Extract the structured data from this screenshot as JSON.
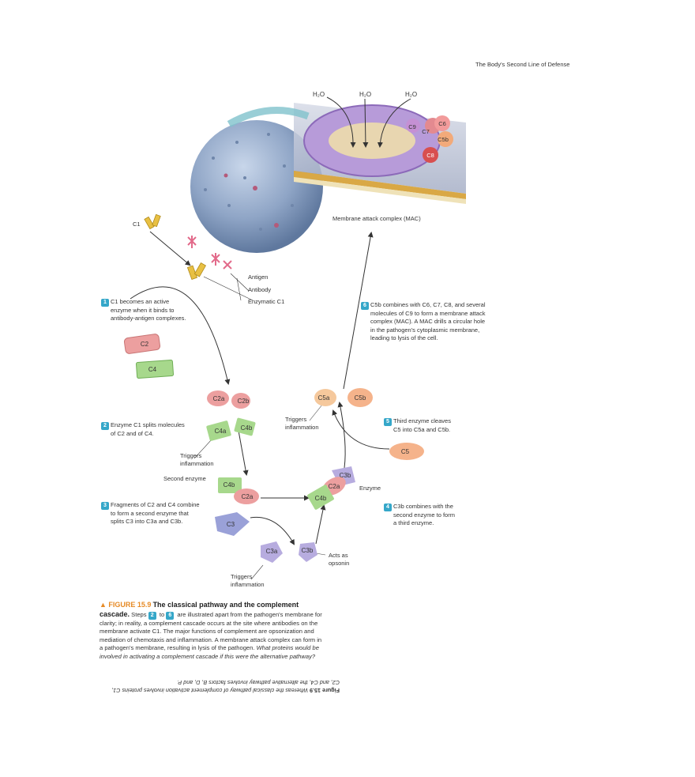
{
  "header": {
    "running_title": "The Body's Second Line of Defense"
  },
  "diagram": {
    "water": [
      "H₂O",
      "H₂O",
      "H₂O"
    ],
    "mac_proteins": [
      "C9",
      "C7",
      "C6",
      "C5b",
      "C8"
    ],
    "mac_label": "Membrane attack complex (MAC)",
    "c1_label": "C1",
    "antigen_label": "Antigen",
    "antibody_label": "Antibody",
    "enzymatic_c1_label": "Enzymatic C1",
    "molecules": {
      "c2": "C2",
      "c4": "C4",
      "c2a": "C2a",
      "c2b": "C2b",
      "c4a": "C4a",
      "c4b": "C4b",
      "c4b_2": "C4b",
      "c2a_2": "C2a",
      "c3": "C3",
      "c3a": "C3a",
      "c3b": "C3b",
      "c3b_e": "C3b",
      "c2a_e": "C2a",
      "c4b_e": "C4b",
      "c5": "C5",
      "c5a": "C5a",
      "c5b": "C5b"
    },
    "triggers_1": "Triggers\ninflammation",
    "triggers_2": "Triggers\ninflammation",
    "triggers_3": "Triggers\ninflammation",
    "second_enzyme": "Second enzyme",
    "enzyme": "Enzyme",
    "acts_as": "Acts as\nopsonin"
  },
  "steps": [
    {
      "num": "1",
      "text": "C1 becomes an active\nenzyme when it binds to\nantibody-antigen complexes."
    },
    {
      "num": "2",
      "text": "Enzyme C1 splits molecules\nof C2 and of C4."
    },
    {
      "num": "3",
      "text": "Fragments of C2 and C4 combine\nto form a second enzyme that\nsplits C3 into C3a and C3b."
    },
    {
      "num": "4",
      "text": "C3b combines with the\nsecond enzyme to form\na third enzyme."
    },
    {
      "num": "5",
      "text": "Third enzyme cleaves\nC5 into C5a and C5b."
    },
    {
      "num": "6",
      "text": "C5b combines with C6, C7, C8, and several\nmolecules of C9 to form a membrane attack\ncomplex (MAC). A MAC drills a circular hole\nin the pathogen's cytoplasmic membrane,\nleading to lysis of the cell."
    }
  ],
  "caption": {
    "figure_label": "▲ FIGURE   15.9",
    "title": "The classical pathway and the complement cascade.",
    "lead": "Steps",
    "num_a": "2",
    "to": "to",
    "num_b": "6",
    "body": "are illustrated apart from the pathogen's membrane for clarity; in reality, a complement cascade occurs at the site where antibodies on the membrane activate C1. The major functions of complement are opsonization and mediation of chemotaxis and inflammation. A membrane attack complex can form in a pathogen's membrane, resulting in lysis of the pathogen.",
    "question": "What proteins would be involved in activating a complement cascade if this were the alternative pathway?"
  },
  "answer": {
    "label": "Figure 15.9",
    "text": "Whereas the classical pathway of complement activation involves proteins C1, C2, and C4, the alternative pathway involves factors B, D, and P."
  }
}
